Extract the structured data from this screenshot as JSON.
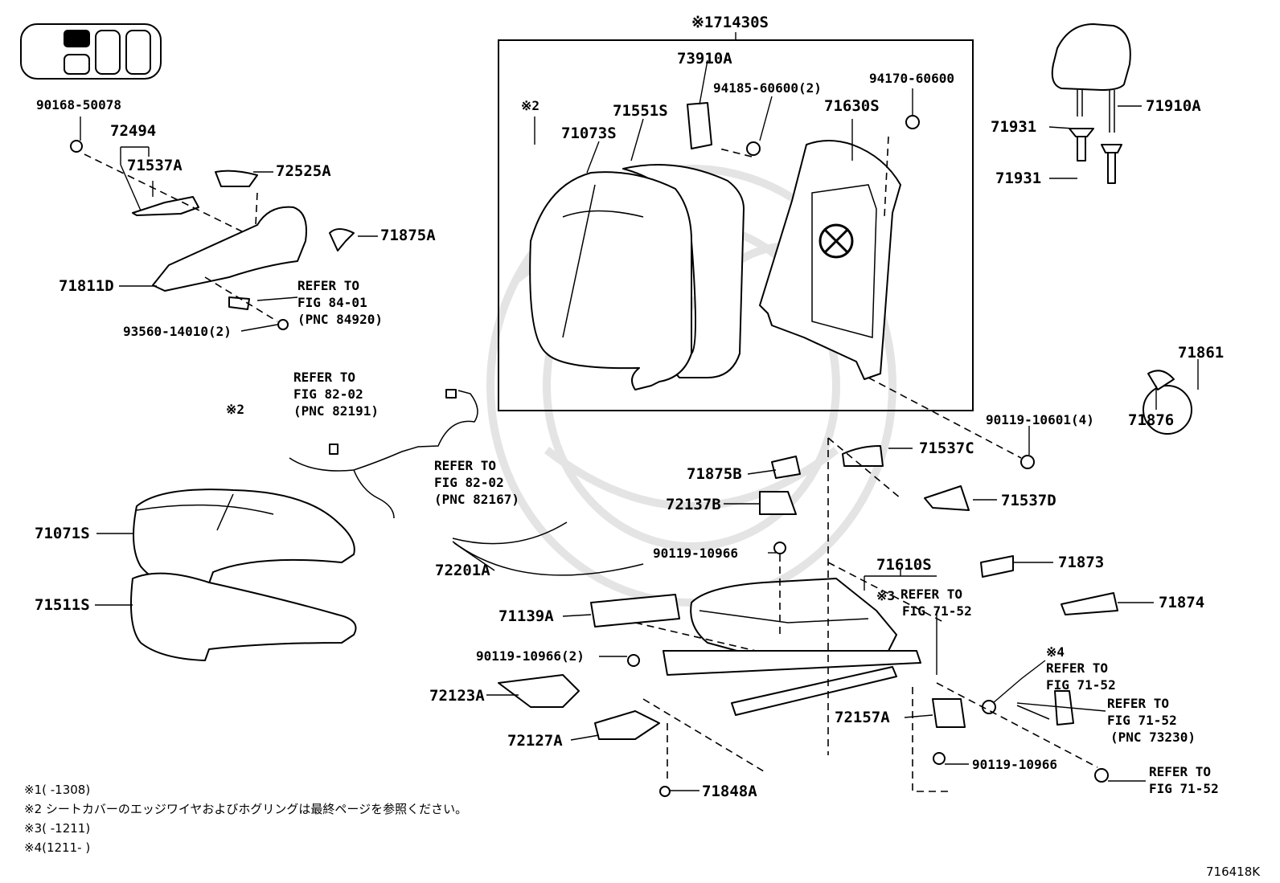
{
  "header": {
    "assembly_label": "※171430S"
  },
  "parts": {
    "p73910A": "73910A",
    "p94185": "94185-60600(2)",
    "p94170": "94170-60600",
    "n2_top": "※2",
    "p71551S": "71551S",
    "p71630S": "71630S",
    "p71073S": "71073S",
    "p71910A": "71910A",
    "p71931a": "71931",
    "p71931b": "71931",
    "p90168": "90168-50078",
    "p72494": "72494",
    "p71537A": "71537A",
    "p72525A": "72525A",
    "p71875A": "71875A",
    "p71811D": "71811D",
    "p93560": "93560-14010(2)",
    "p71861": "71861",
    "p71876": "71876",
    "p90119_10601": "90119-10601(4)",
    "n2_mid": "※2",
    "p71537C": "71537C",
    "p71875B": "71875B",
    "p71537D": "71537D",
    "p72137B": "72137B",
    "p90119_a": "90119-10966",
    "p71071S": "71071S",
    "p71873": "71873",
    "p71610S": "71610S",
    "p71874": "71874",
    "p72201A": "72201A",
    "n3": "※3",
    "p71511S": "71511S",
    "p71139A": "71139A",
    "p90119_b": "90119-10966(2)",
    "n4": "※4",
    "p72123A": "72123A",
    "p72157A": "72157A",
    "p72127A": "72127A",
    "p90119_c": "90119-10966",
    "p71848A": "71848A"
  },
  "refers": {
    "r1": [
      "REFER TO",
      "FIG 84-01",
      "(PNC 84920)"
    ],
    "r2": [
      "REFER TO",
      "FIG 82-02",
      "(PNC 82191)"
    ],
    "r3": [
      "REFER TO",
      "FIG 82-02",
      "(PNC 82167)"
    ],
    "r4": [
      "REFER TO",
      "FIG 71-52"
    ],
    "r5": [
      "REFER TO",
      "FIG 71-52"
    ],
    "r6": [
      "REFER TO",
      "FIG 71-52",
      "(PNC 73230)"
    ],
    "r7": [
      "REFER TO",
      "FIG 71-52"
    ]
  },
  "notes": [
    "※1(      -1308)",
    "※2 シートカバーのエッジワイヤおよびホグリングは最終ページを参照ください。",
    "※3(      -1211)",
    "※4(1211-      )"
  ],
  "figure_id": "716418K"
}
